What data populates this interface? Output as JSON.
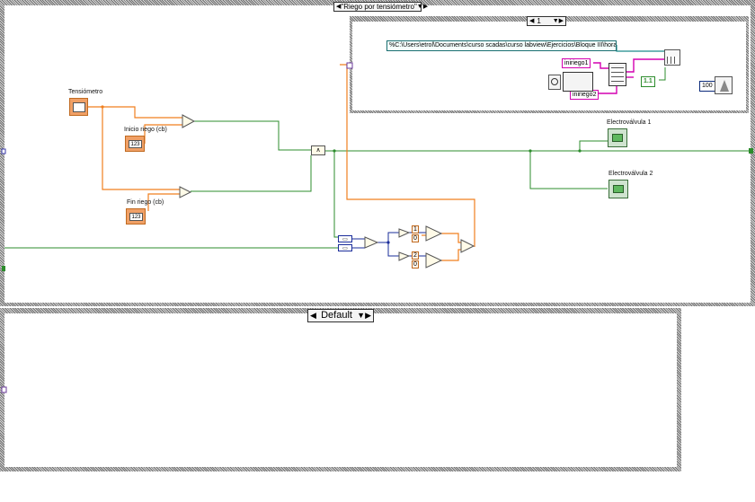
{
  "top_structure": {
    "selector_value": "\"Riego por tensiómetro\"",
    "inner_case": {
      "selector_value": "1"
    }
  },
  "bottom_structure": {
    "selector_value": "Default"
  },
  "controls": {
    "tensiometro": "Tensiómetro",
    "inicio_riego": "Inicio riego (cb)",
    "fin_riego": "Fin riego (cb)",
    "inicio_value": "123",
    "fin_value": "123"
  },
  "indicators": {
    "electrovalvula1": "Electroválvula 1",
    "electrovalvula2": "Electroválvula 2"
  },
  "file_path": "%C:\\Users\\etrol\\Documents\\curso scadas\\curso labview\\Ejercicios\\Bloque III\\hora",
  "locals": {
    "iniriego1": "iniriego1",
    "iniriego2": "iniriego2"
  },
  "constants": {
    "wait_ms": "100",
    "bool_const": "1.1",
    "c1": "1",
    "c0a": "0",
    "c2": "2",
    "c0b": "0",
    "and_symbol": "∧"
  },
  "colors": {
    "wire_numeric": "#f07f1f",
    "wire_boolean": "#2c8c2c",
    "wire_path": "#1a8a8a",
    "wire_string": "#d400b0",
    "wire_integer": "#1a2c9a"
  }
}
